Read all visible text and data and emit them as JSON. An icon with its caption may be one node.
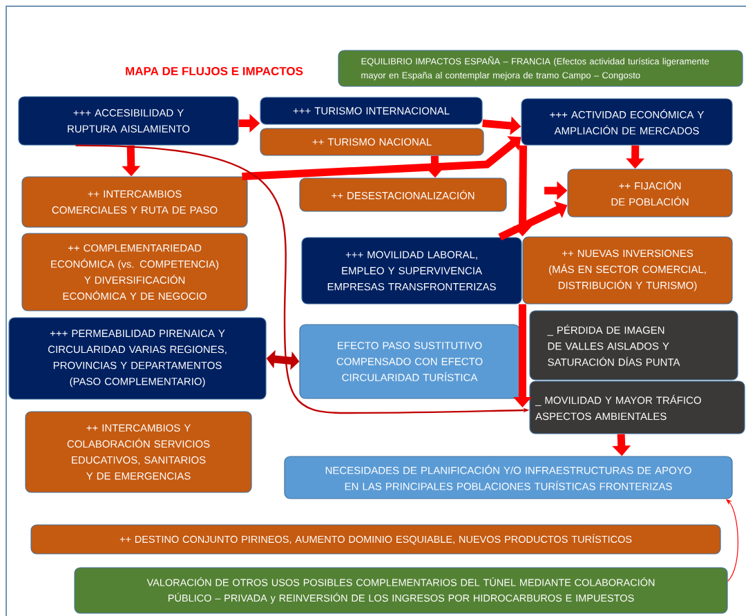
{
  "diagram": {
    "title": "MAPA DE FLUJOS E IMPACTOS",
    "nodes": [
      {
        "text": [
          "EQUILIBRIO IMPACTOS ESPAÑA – FRANCIA (Efectos actividad turística ligeramente mayor en España al contemplar mejora de tramo Campo – Congosto"
        ]
      },
      {
        "text": [
          "+++ ACCESIBILIDAD Y RUPTURA AISLAMIENTO"
        ]
      },
      {
        "text": [
          "+++ TURISMO INTERNACIONAL"
        ]
      },
      {
        "text": [
          "++ TURISMO NACIONAL"
        ]
      },
      {
        "text": [
          "+++ ACTIVIDAD ECONÓMICA Y AMPLIACIÓN DE MERCADOS"
        ]
      },
      {
        "text": [
          "++ INTERCAMBIOS COMERCIALES Y RUTA DE PASO"
        ]
      },
      {
        "text": [
          "++ DESESTACIONALIZACIÓN"
        ]
      },
      {
        "text": [
          "++ FIJACIÓN DE POBLACIÓN"
        ]
      },
      {
        "text": [
          "++ COMPLEMENTARIEDAD ECONÓMICA (vs. COMPETENCIA) Y DIVERSIFICACIÓN ECONÓMICA Y DE NEGOCIO"
        ]
      },
      {
        "text": [
          "+++ MOVILIDAD LABORAL, EMPLEO Y SUPERVIVENCIA EMPRESAS TRANSFRONTERIZAS"
        ]
      },
      {
        "text": [
          "++ NUEVAS INVERSIONES (MÁS EN SECTOR COMERCIAL, DISTRIBUCIÓN Y TURISMO)"
        ]
      },
      {
        "text": [
          "+++ PERMEABILIDAD PIRENAICA Y CIRCULARIDAD VARIAS REGIONES, PROVINCIAS Y DEPARTAMENTOS (PASO COMPLEMENTARIO)"
        ]
      },
      {
        "text": [
          "EFECTO PASO SUSTITUTIVO COMPENSADO CON EFECTO CIRCULARIDAD TURÍSTICA"
        ]
      },
      {
        "text": [
          "_ PÉRDIDA DE IMAGEN DE VALLES AISLADOS Y SATURACIÓN DÍAS PUNTA"
        ]
      },
      {
        "text": [
          "_ MOVILIDAD Y MAYOR TRÁFICO ASPECTOS AMBIENTALES"
        ]
      },
      {
        "text": [
          "++ INTERCAMBIOS Y COLABORACIÓN SERVICIOS EDUCATIVOS, SANITARIOS Y DE EMERGENCIAS"
        ]
      },
      {
        "text": [
          "NECESIDADES DE PLANIFICACIÓN Y/O INFRAESTRUCTURAS DE APOYO EN LAS PRINCIPALES POBLACIONES TURÍSTICAS FRONTERIZAS"
        ]
      },
      {
        "text": [
          "++ DESTINO CONJUNTO PIRINEOS, AUMENTO DOMINIO ESQUIABLE, NUEVOS PRODUCTOS TURÍSTICOS"
        ]
      },
      {
        "text": [
          "VALORACIÓN DE OTROS USOS POSIBLES COMPLEMENTARIOS DEL TÚNEL MEDIANTE COLABORACIÓN PÚBLICO – PRIVADA y REINVERSIÓN DE LOS INGRESOS POR HIDROCARBUROS E IMPUESTOS"
        ]
      }
    ],
    "edges": [
      {
        "from": 1,
        "to": 2,
        "arrow": "to"
      },
      {
        "from": 1,
        "to": 5,
        "arrow": "to"
      },
      {
        "from": 5,
        "to": 4,
        "arrow": "to"
      },
      {
        "from": 3,
        "to": 6,
        "arrow": "to"
      },
      {
        "from": 2,
        "to": 4,
        "arrow": "to"
      },
      {
        "from": 4,
        "to": 10,
        "arrow": "to"
      },
      {
        "from": null,
        "to": 7,
        "arrow": "to"
      },
      {
        "from": 9,
        "to": 7,
        "arrow": "to"
      },
      {
        "from": 4,
        "to": 7,
        "arrow": "to"
      },
      {
        "from": 1,
        "to": 14,
        "arrow": "to",
        "color": "#c00000"
      },
      {
        "from": 12,
        "to": 11,
        "arrow": "both",
        "color": "#c00000"
      },
      {
        "from": 10,
        "to": 14,
        "arrow": "to"
      },
      {
        "from": 14,
        "to": 16,
        "arrow": "to"
      },
      {
        "from": 18,
        "to": 16,
        "arrow": "to"
      }
    ]
  }
}
